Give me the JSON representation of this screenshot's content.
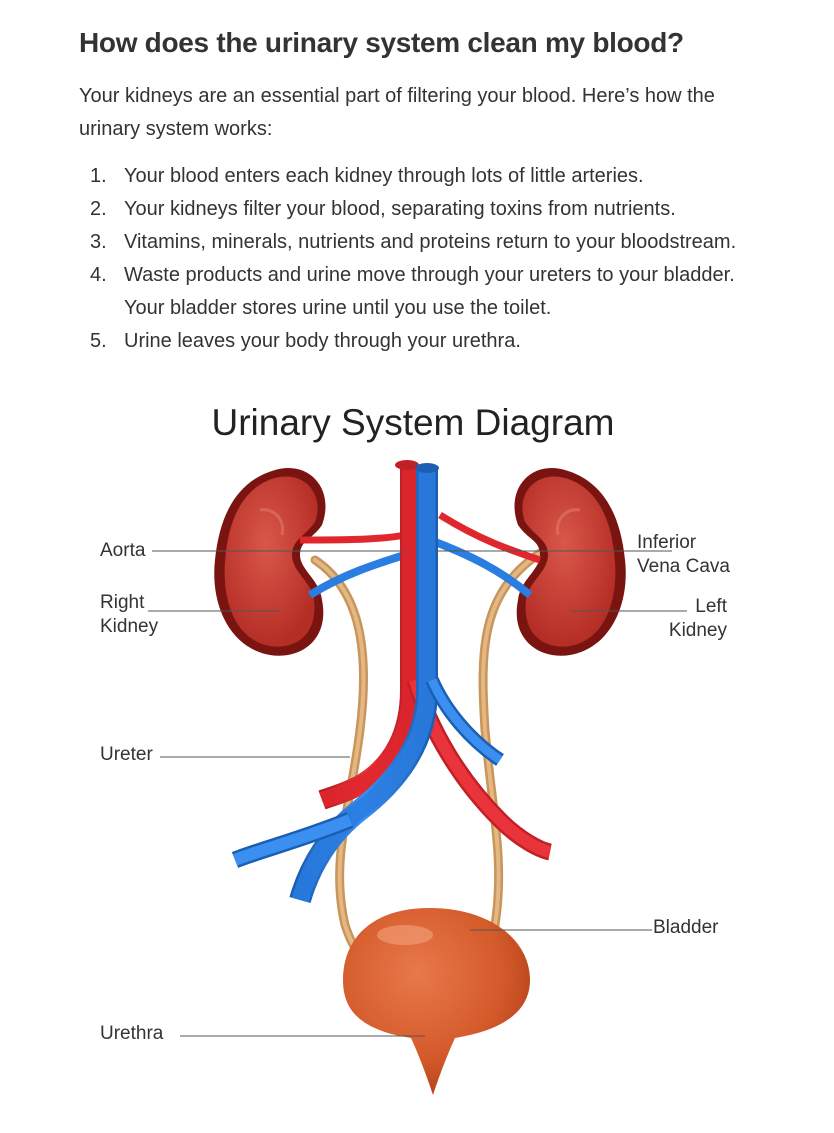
{
  "article": {
    "heading": "How does the urinary system clean my blood?",
    "intro": "Your kidneys are an essential part of filtering your blood. Here’s how the urinary system works:",
    "steps": [
      {
        "num": "1.",
        "lines": [
          "Your blood enters each kidney through lots of little arteries."
        ]
      },
      {
        "num": "2.",
        "lines": [
          "Your kidneys filter your blood, separating toxins from nutrients."
        ]
      },
      {
        "num": "3.",
        "lines": [
          "Vitamins, minerals, nutrients and proteins return to your bloodstream."
        ]
      },
      {
        "num": "4.",
        "lines": [
          "Waste products and urine move through your ureters to your bladder.",
          "Your bladder stores urine until you use the toilet."
        ]
      },
      {
        "num": "5.",
        "lines": [
          "Urine leaves your body through your urethra."
        ]
      }
    ]
  },
  "diagram": {
    "title": "Urinary System Diagram",
    "labels": {
      "aorta": "Aorta",
      "right_kidney": [
        "Right",
        "Kidney"
      ],
      "ureter": "Ureter",
      "urethra": "Urethra",
      "inferior_vena_cava": [
        "Inferior",
        "Vena Cava"
      ],
      "left_kidney": [
        "Left",
        "Kidney"
      ],
      "bladder": "Bladder"
    },
    "colors": {
      "kidney": "#c8382f",
      "kidney_inner": "#d9574a",
      "artery": "#e0272e",
      "vein": "#2a7de1",
      "ureter": "#d3a46a",
      "bladder": "#d9622f",
      "bladder_dark": "#b8441c"
    }
  }
}
